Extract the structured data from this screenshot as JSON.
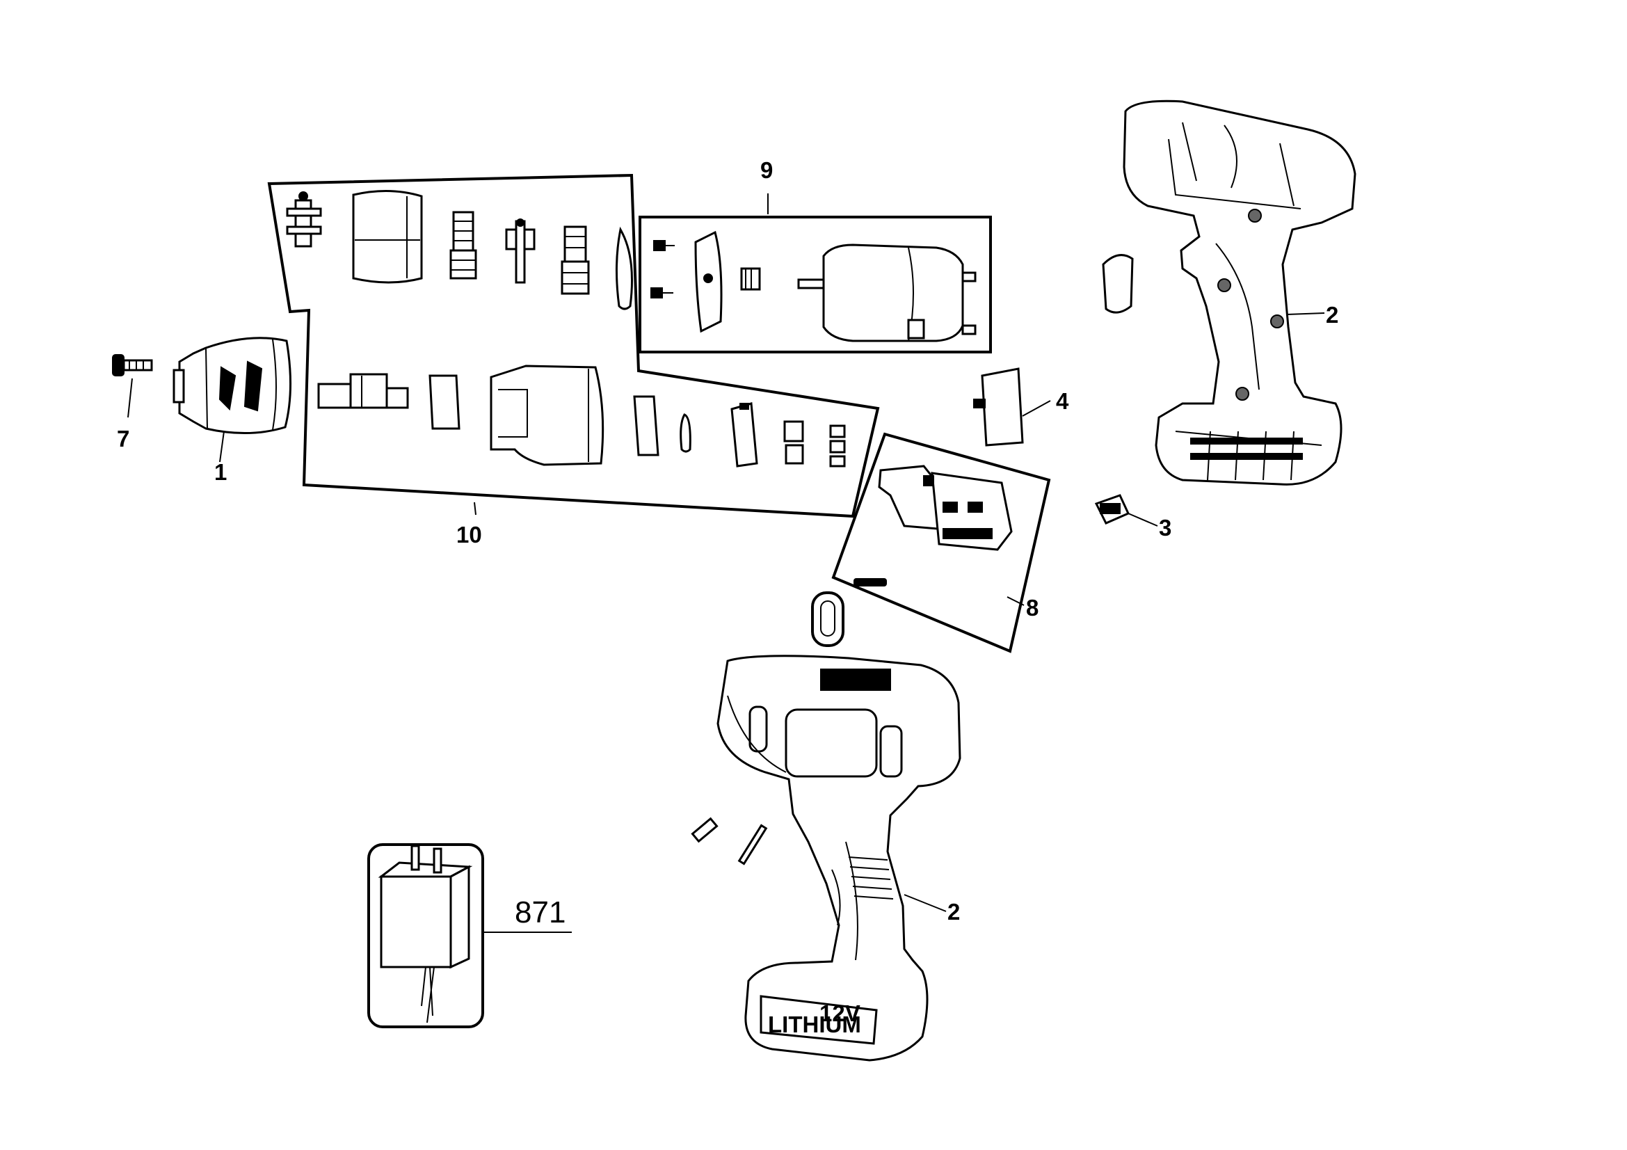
{
  "callouts": {
    "chuck": "1",
    "housing_top": "2",
    "housing_bottom": "2",
    "switch_button": "3",
    "knob": "4",
    "screw": "7",
    "switch_assembly": "8",
    "motor_assembly": "9",
    "gearbox_assembly": "10",
    "charger": "871"
  },
  "battery_label": {
    "voltage": "12V",
    "chemistry": "LITHIUM"
  }
}
